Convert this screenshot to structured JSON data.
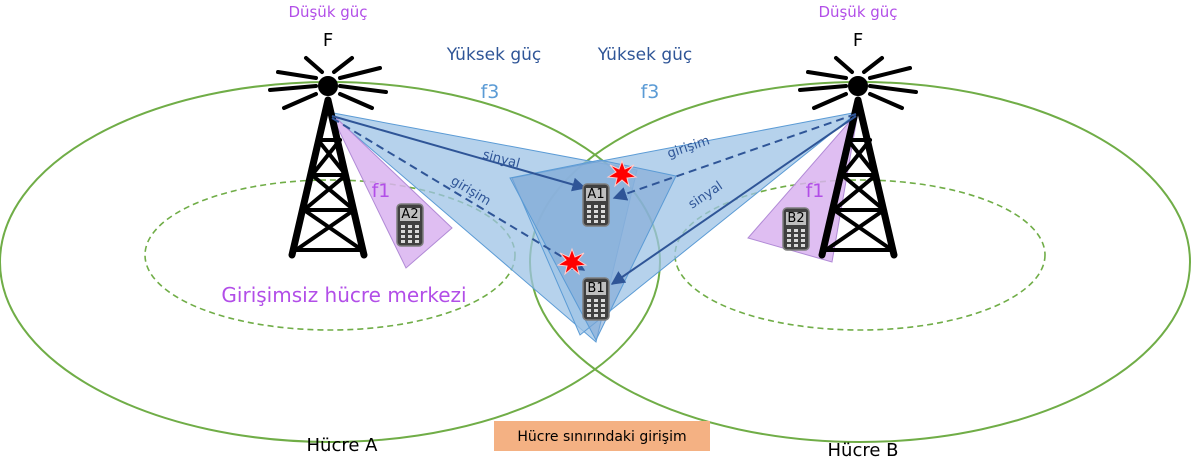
{
  "labels": {
    "low_power_left": "Düşük güç",
    "low_power_right": "Düşük güç",
    "f_left": "F",
    "f_right": "F",
    "high_power_left": "Yüksek güç",
    "high_power_right": "Yüksek güç",
    "f3_left": "f3",
    "f3_right": "f3",
    "f1_left": "f1",
    "f1_right": "f1",
    "signal_left": "sinyal",
    "signal_right": "sinyal",
    "interference_left": "girişim",
    "interference_right": "girişim",
    "center_zone": "Girişimsiz hücre merkezi",
    "cell_a": "Hücre A",
    "cell_b": "Hücre B",
    "boundary_box": "Hücre sınırındaki girişim"
  },
  "phones": {
    "a1": "A1",
    "a2": "A2",
    "b1": "B1",
    "b2": "B2"
  },
  "colors": {
    "cell_outline": "#70ad47",
    "beam_fill": "#9dc3e6",
    "beam_dark": "#2e75b6",
    "f1_fill": "#d9b3f0",
    "purple_text": "#b24ee8",
    "blue_text": "#2f5597",
    "light_blue_text": "#5b9bd5",
    "orange_box": "#f4b183"
  }
}
